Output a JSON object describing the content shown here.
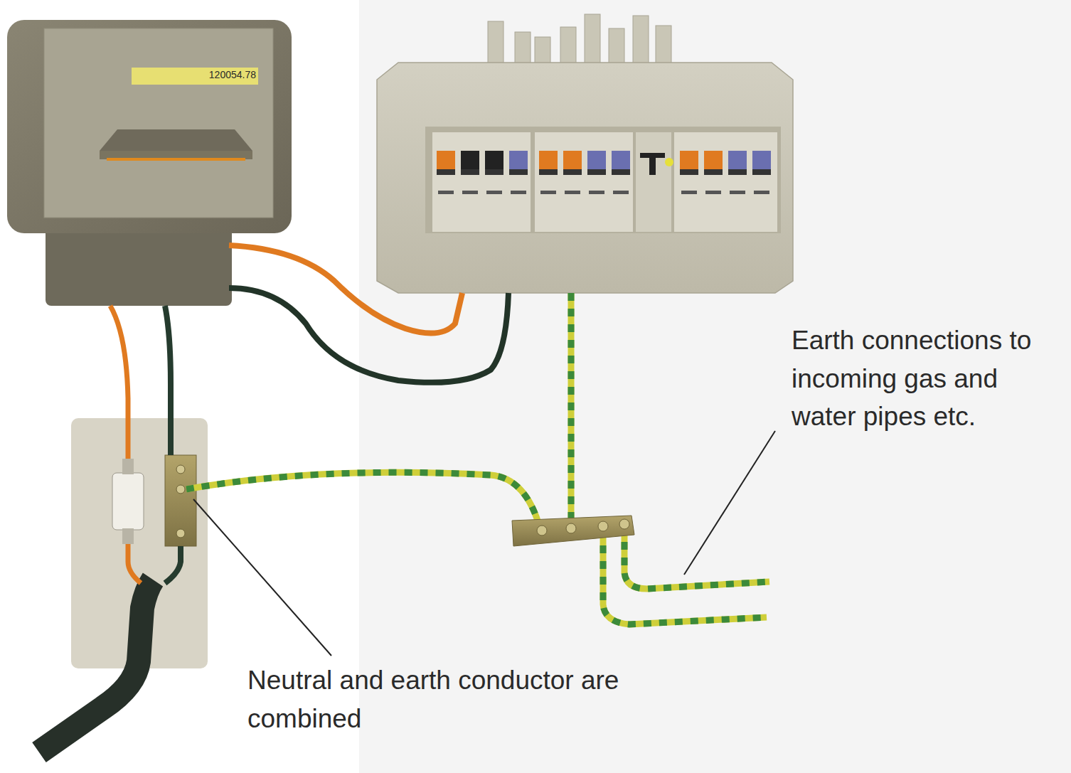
{
  "diagram": {
    "labels": [
      "120054.78",
      "Earth connections to incoming gas and water pipes etc.",
      "Neutral and earth conductor are combined"
    ]
  }
}
